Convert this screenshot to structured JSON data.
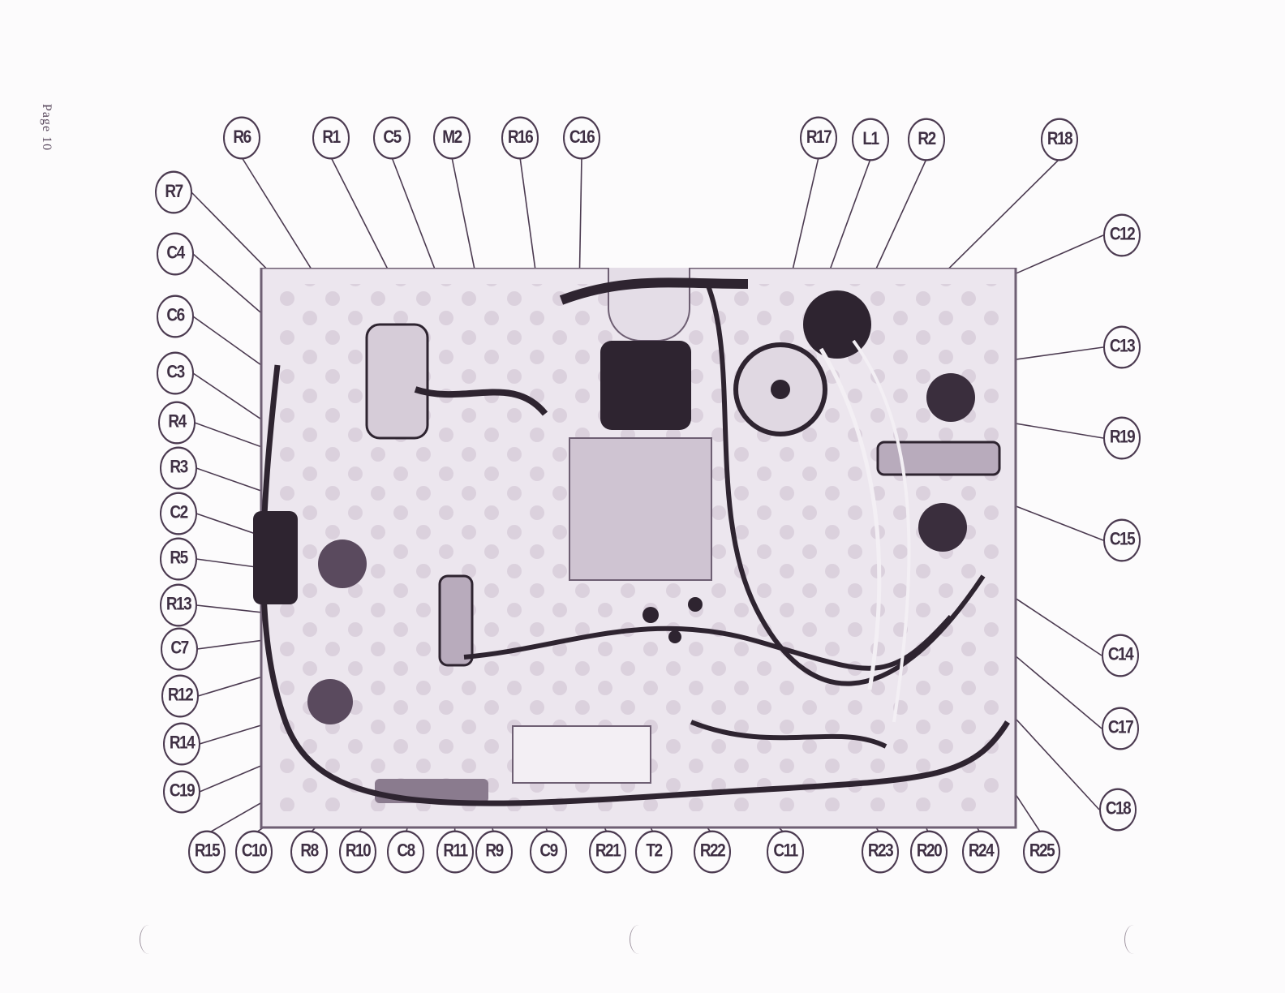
{
  "page": {
    "label": "Page 10"
  },
  "photo": {
    "description_icon": "chassis-photo-icon",
    "ink": "#4b3a50"
  },
  "callouts": {
    "top": [
      "R6",
      "R1",
      "C5",
      "M2",
      "R16",
      "C16",
      "R17",
      "L1",
      "R2",
      "R18"
    ],
    "left": [
      "R7",
      "C4",
      "C6",
      "C3",
      "R4",
      "R3",
      "C2",
      "R5",
      "R13",
      "C7",
      "R12",
      "R14",
      "C19"
    ],
    "right": [
      "C12",
      "C13",
      "R19",
      "C15",
      "C14",
      "C17",
      "C18"
    ],
    "bottom": [
      "R15",
      "C10",
      "R8",
      "R10",
      "C8",
      "R11",
      "R9",
      "C9",
      "R21",
      "T2",
      "R22",
      "C11",
      "R23",
      "R20",
      "R24",
      "R25"
    ]
  }
}
